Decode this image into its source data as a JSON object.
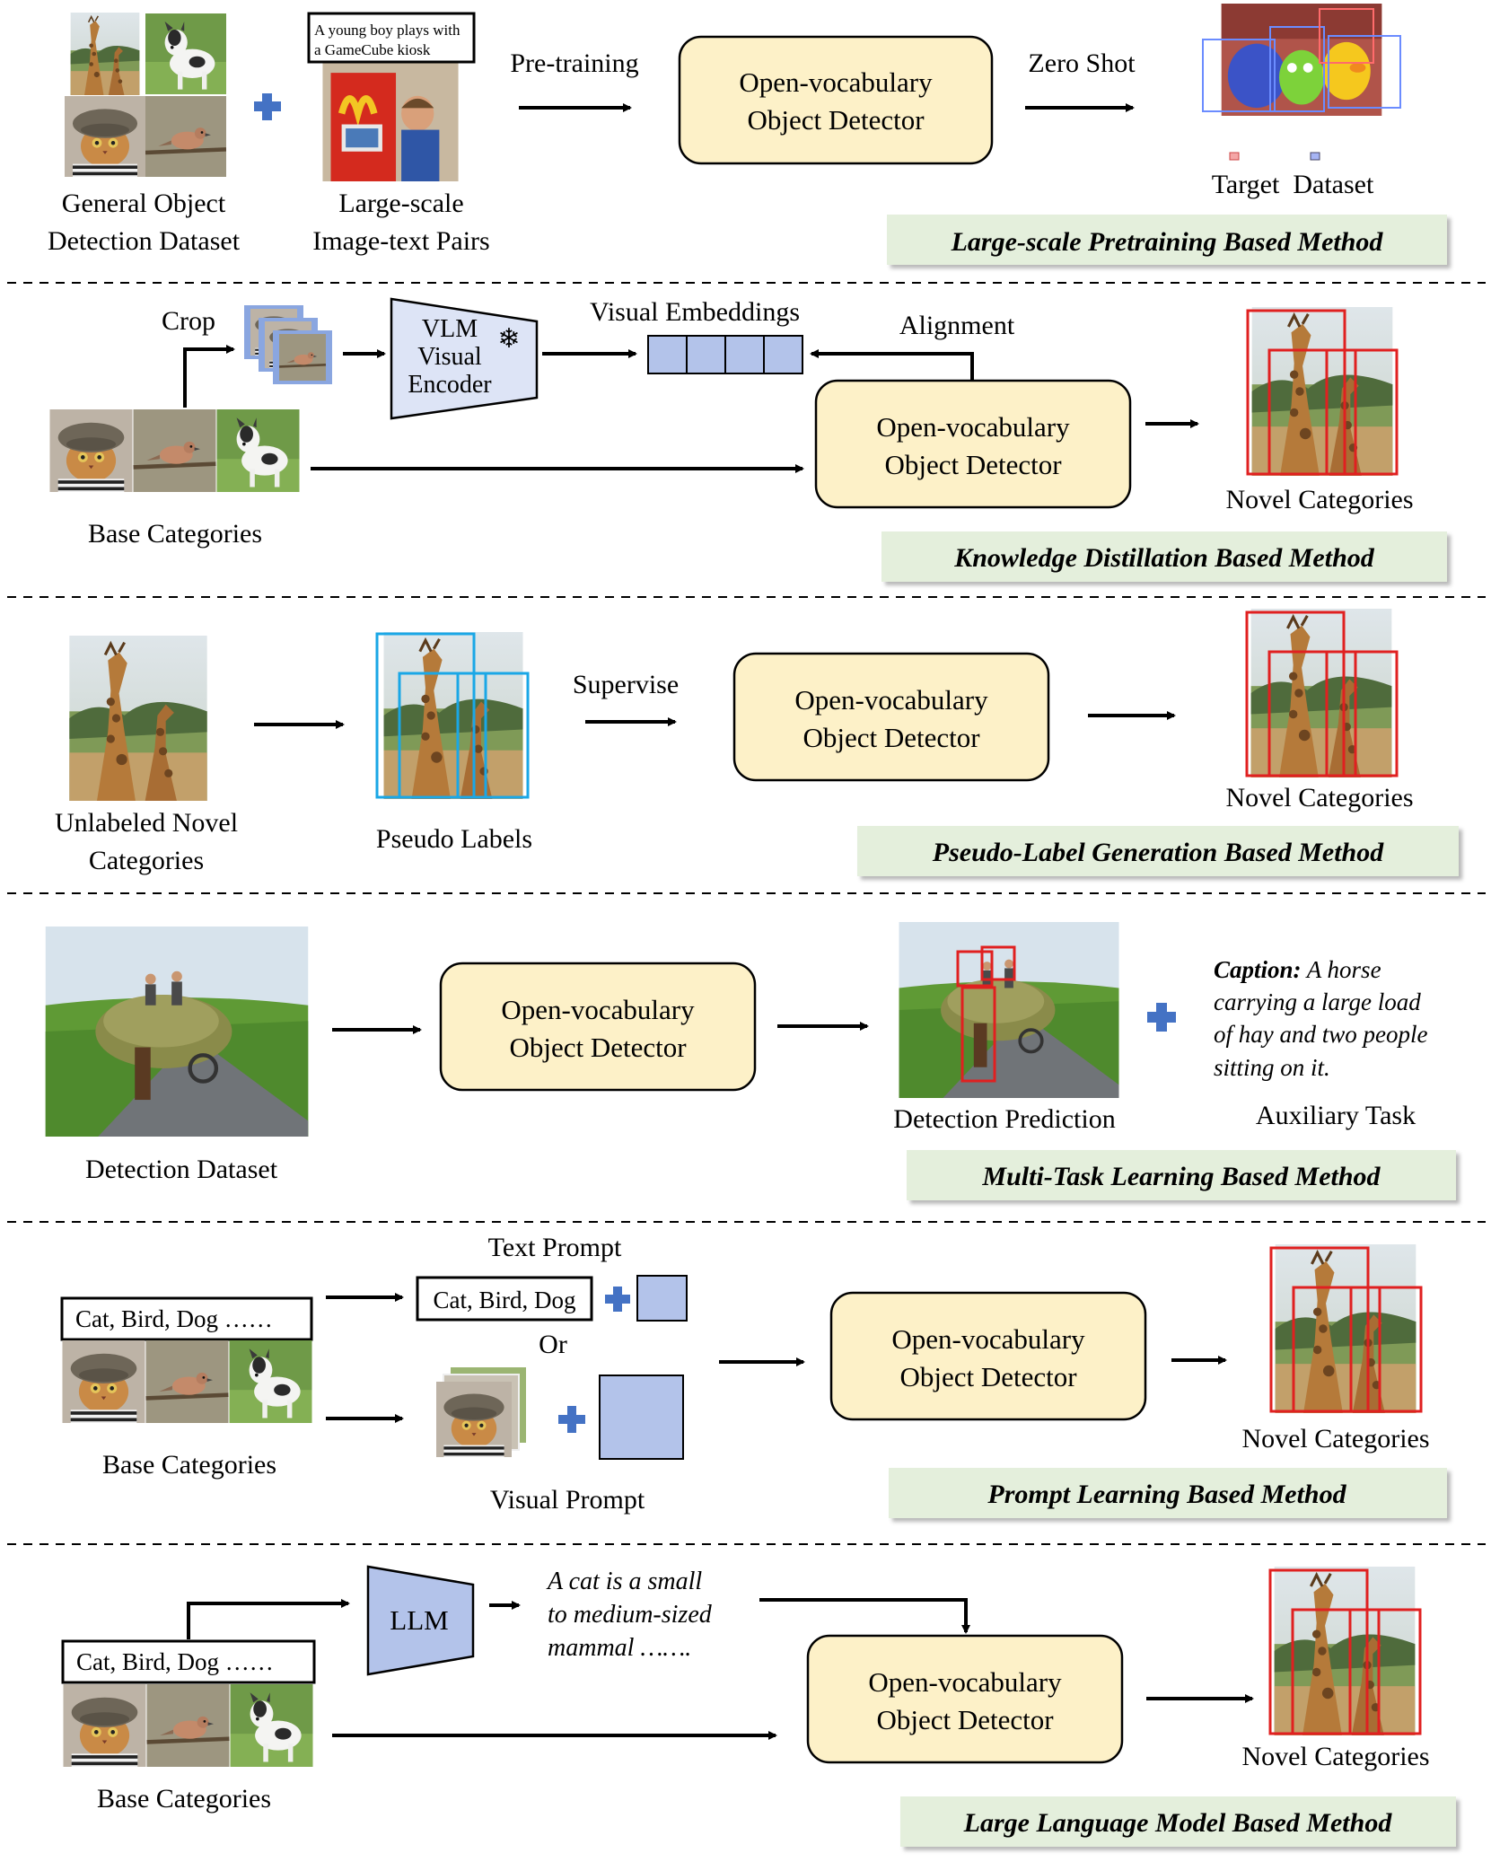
{
  "detector_label_line1": "Open-vocabulary",
  "detector_label_line2": "Object Detector",
  "novel_categories": "Novel Categories",
  "base_categories": "Base Categories",
  "class_list_text": "Cat, Bird, Dog ……",
  "colors": {
    "detector_fill": "#fdf1c8",
    "method_banner_fill": "#e4efdc",
    "embedding_fill": "#b3c3ea",
    "encoder_fill": "#dde4f6",
    "plus_blue": "#4472c4",
    "bbox_red": "#e02020",
    "bbox_cyan": "#1aa7e6"
  },
  "sections": {
    "pretraining": {
      "dataset_label_line1": "General Object",
      "dataset_label_line2": "Detection Dataset",
      "caption_line1": "A young boy plays with",
      "caption_line2": "a GameCube kiosk",
      "pairs_label_line1": "Large-scale",
      "pairs_label_line2": "Image-text Pairs",
      "pretraining_label": "Pre-training",
      "zero_shot_label": "Zero Shot",
      "target_label": "Target  Dataset",
      "method": "Large-scale Pretraining Based Method"
    },
    "distillation": {
      "crop_label": "Crop",
      "encoder_line1": "VLM",
      "encoder_line2": "Visual",
      "encoder_line3": "Encoder",
      "snowflake": "❄",
      "embeddings_label": "Visual Embeddings",
      "alignment_label": "Alignment",
      "method": "Knowledge Distillation Based Method"
    },
    "pseudo_label": {
      "input_line1": "Unlabeled Novel",
      "input_line2": "Categories",
      "pseudo_label": "Pseudo Labels",
      "supervise_label": "Supervise",
      "method": "Pseudo-Label Generation Based Method"
    },
    "multitask": {
      "dataset_label": "Detection Dataset",
      "prediction_label": "Detection Prediction",
      "caption_prefix": "Caption:",
      "caption_line1": " A horse",
      "caption_line2": "carrying a large load",
      "caption_line3": "of hay and two people",
      "caption_line4": "sitting on it.",
      "aux_label": "Auxiliary Task",
      "method": "Multi-Task Learning Based Method"
    },
    "prompt": {
      "text_prompt_label": "Text Prompt",
      "prompt_class_text": "Cat, Bird, Dog",
      "or_label": "Or",
      "visual_prompt_label": "Visual Prompt",
      "method": "Prompt Learning Based Method"
    },
    "llm": {
      "llm_label": "LLM",
      "description_line1": "A cat is a small",
      "description_line2": "to medium-sized",
      "description_line3": "mammal …….",
      "method": "Large Language Model Based Method"
    }
  }
}
